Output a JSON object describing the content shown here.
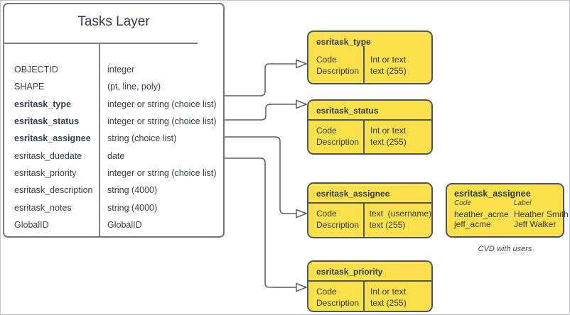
{
  "main_table": {
    "title": "Tasks Layer",
    "rows": [
      {
        "field": "OBJECTID",
        "type": "integer",
        "bold": false
      },
      {
        "field": "SHAPE",
        "type": "(pt, line, poly)",
        "bold": false
      },
      {
        "field": "esritask_type",
        "type": "integer or string (choice list)",
        "bold": true
      },
      {
        "field": "esritask_status",
        "type": "integer or string (choice list)",
        "bold": true
      },
      {
        "field": "esritask_assignee",
        "type": "string (choice list)",
        "bold": true
      },
      {
        "field": "esritask_duedate",
        "type": "date",
        "bold": false
      },
      {
        "field": "esritask_priority",
        "type": "integer or string (choice list)",
        "bold": false
      },
      {
        "field": "esritask_description",
        "type": "string (4000)",
        "bold": false
      },
      {
        "field": "esritask_notes",
        "type": "string (4000)",
        "bold": false
      },
      {
        "field": "GlobalID",
        "type": "GlobalID",
        "bold": false
      }
    ]
  },
  "domain_boxes": [
    {
      "title": "esritask_type",
      "left": [
        "Code",
        "Description"
      ],
      "right": [
        "Int or text",
        "text (255)"
      ]
    },
    {
      "title": "esritask_status",
      "left": [
        "Code",
        "Description"
      ],
      "right": [
        "Int or text",
        "text (255)"
      ]
    },
    {
      "title": "esritask_assignee",
      "left": [
        "Code",
        "Description"
      ],
      "right": [
        "text  (username)",
        "text (255)"
      ]
    },
    {
      "title": "esritask_priority",
      "left": [
        "Code",
        "Description"
      ],
      "right": [
        "Int or text",
        "text (255)"
      ]
    }
  ],
  "cvd_box": {
    "title": "esritask_assignee",
    "col_headers": [
      "Code",
      "Label"
    ],
    "rows": [
      [
        "heather_acme",
        "Heather Smith"
      ],
      [
        "jeff_acme",
        "Jeff Walker"
      ]
    ],
    "ellipsis": "....",
    "caption": "CVD with users"
  },
  "colors": {
    "box_fill": "#fce14d",
    "box_border": "#4a5663",
    "table_border": "#6e7983",
    "connector": "#57616b",
    "text": "#2e3b4a"
  }
}
